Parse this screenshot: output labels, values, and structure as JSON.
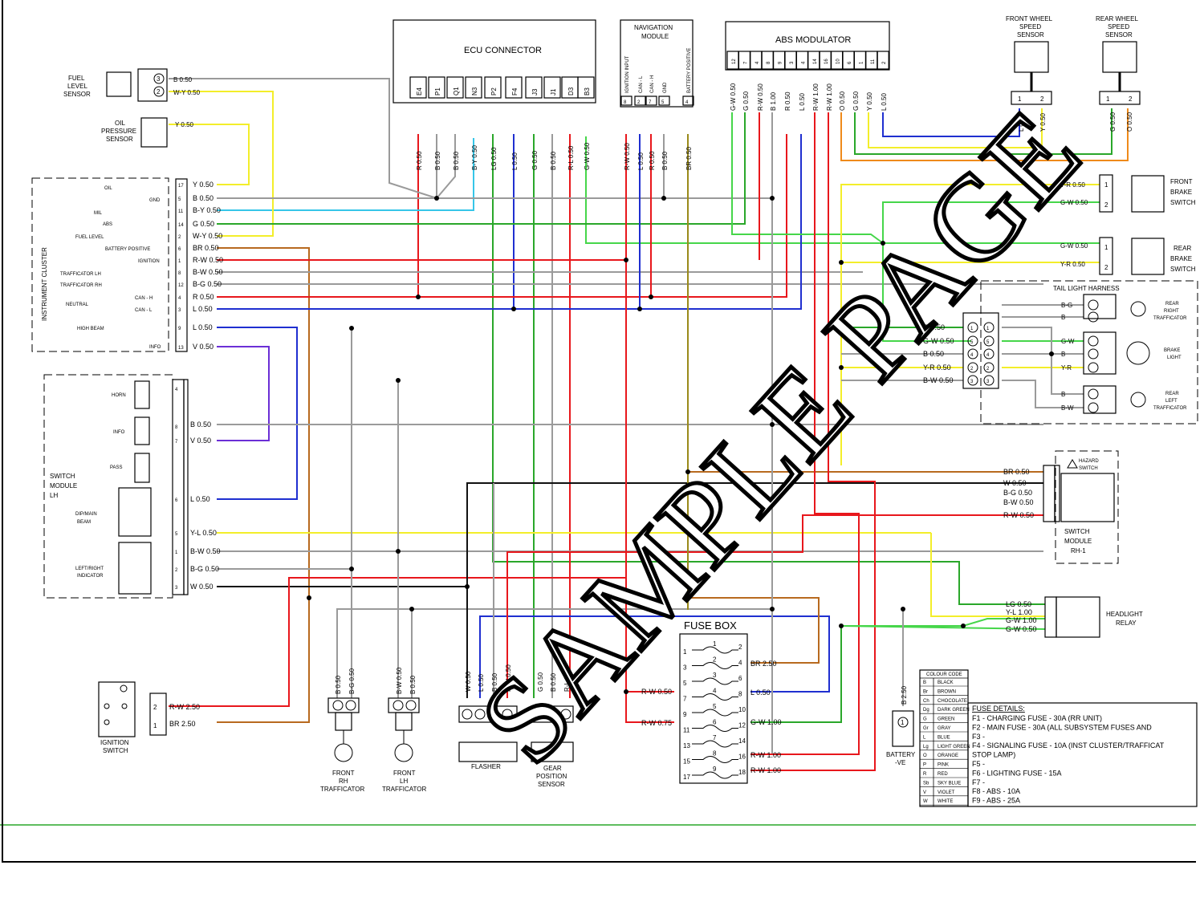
{
  "ecu": {
    "title": "ECU CONNECTOR",
    "pins": [
      "E4",
      "P1",
      "Q1",
      "N3",
      "P2",
      "F4",
      "J3",
      "J1",
      "D3",
      "B3"
    ],
    "wires": [
      "R 0.50",
      "B 0.50",
      "B 0.50",
      "B-Y 0.50",
      "LG 0.50",
      "L 0.50",
      "G 0.50",
      "B 0.50",
      "R-L 0.50",
      "G-W 0.50"
    ]
  },
  "nav": {
    "title_line1": "NAVIGATION",
    "title_line2": "MODULE",
    "pins": [
      "8",
      "2",
      "7",
      "5",
      "4"
    ],
    "pin_labels": [
      "IGNITION INPUT",
      "CAN - L",
      "CAN - H",
      "GND",
      "BATTERY POSITIVE"
    ],
    "wires": [
      "R-W 0.50",
      "L 0.50",
      "R 0.50",
      "B 0.50",
      "BR 0.50"
    ]
  },
  "abs": {
    "title": "ABS MODULATOR",
    "pins": [
      "12",
      "7",
      "4",
      "8",
      "9",
      "3",
      "4",
      "14",
      "16",
      "10",
      "6",
      "1",
      "11",
      "2"
    ],
    "wires": [
      "G-W 0.50",
      "G 0.50",
      "R-W 0.50",
      "B 1.00",
      "R 0.50",
      "L 0.50",
      "R-W 1.00",
      "R-W 1.00",
      "O 0.50",
      "G 0.50",
      "Y 0.50",
      "L 0.50"
    ]
  },
  "front_wheel": {
    "l1": "FRONT WHEEL",
    "l2": "SPEED",
    "l3": "SENSOR",
    "pin_a": "1",
    "pin_b": "2",
    "wire_a": "L 0.50",
    "wire_b": "Y 0.50"
  },
  "rear_wheel": {
    "l1": "REAR WHEEL",
    "l2": "SPEED",
    "l3": "SENSOR",
    "pin_a": "1",
    "pin_b": "2",
    "wire_a": "G 0.50",
    "wire_b": "O 0.50"
  },
  "fuel_sensor": {
    "l1": "FUEL",
    "l2": "LEVEL",
    "l3": "SENSOR",
    "pin_a": "3",
    "pin_b": "2",
    "wire_a": "B 0.50",
    "wire_b": "W-Y 0.50"
  },
  "oil_sensor": {
    "l1": "OIL",
    "l2": "PRESSURE",
    "l3": "SENSOR",
    "wire": "Y 0.50"
  },
  "cluster": {
    "title": "INSTRUMENT CLUSTER",
    "labels": [
      "OIL",
      "GND",
      "MIL",
      "ABS",
      "FUEL LEVEL",
      "BATTERY POSITIVE",
      "IGNITION",
      "TRAFFICATOR LH",
      "TRAFFICATOR RH",
      "NEUTRAL",
      "CAN - H",
      "CAN - L",
      "HIGH BEAM",
      "INFO"
    ],
    "pins": [
      "17",
      "5",
      "11",
      "14",
      "2",
      "6",
      "1",
      "8",
      "12",
      "4",
      "3",
      "9",
      "13"
    ],
    "wires": [
      "Y 0.50",
      "B 0.50",
      "B-Y 0.50",
      "G 0.50",
      "W-Y 0.50",
      "BR 0.50",
      "R-W 0.50",
      "B-W 0.50",
      "B-G 0.50",
      "R 0.50",
      "L 0.50",
      "L 0.50",
      "V 0.50"
    ]
  },
  "switch_lh": {
    "title_l1": "SWITCH",
    "title_l2": "MODULE",
    "title_l3": "LH",
    "labels": [
      "HORN",
      "INFO",
      "PASS",
      "DIP/MAIN",
      "BEAM",
      "LEFT/RIGHT",
      "INDICATOR"
    ],
    "pins": [
      "4",
      "8",
      "7",
      "6",
      "5",
      "1",
      "2",
      "3"
    ],
    "wires": [
      "B 0.50",
      "V 0.50",
      "L 0.50",
      "Y-L 0.50",
      "B-W 0.50",
      "B-G 0.50",
      "W 0.50"
    ]
  },
  "ignition": {
    "l1": "IGNITION",
    "l2": "SWITCH",
    "pin_a": "2",
    "pin_b": "1",
    "wire_a": "R-W 2.50",
    "wire_b": "BR 2.50"
  },
  "front_rh": {
    "l1": "FRONT",
    "l2": "RH",
    "l3": "TRAFFICATOR",
    "wire_a": "B 0.50",
    "wire_b": "B-G 0.50"
  },
  "front_lh": {
    "l1": "FRONT",
    "l2": "LH",
    "l3": "TRAFFICATOR",
    "wire_a": "B-W 0.50",
    "wire_b": "B 0.50"
  },
  "flasher": {
    "label": "FLASHER",
    "wires": [
      "W 0.50",
      "L 0.50",
      "B 0.50",
      "R-W 0.50"
    ]
  },
  "gear": {
    "l1": "GEAR",
    "l2": "POSITION",
    "l3": "SENSOR",
    "wires": [
      "G 0.50",
      "B 0.50",
      "R-L 0.50"
    ]
  },
  "fuse_box": {
    "title": "FUSE BOX",
    "fuses": [
      "1",
      "2",
      "3",
      "4",
      "5",
      "6",
      "7",
      "8",
      "9"
    ],
    "left_pins": [
      "1",
      "3",
      "5",
      "7",
      "9",
      "11",
      "13",
      "15",
      "17"
    ],
    "right_pins": [
      "2",
      "4",
      "6",
      "8",
      "10",
      "12",
      "14",
      "16",
      "18"
    ],
    "wires_left": [
      "R-W 0.50",
      "R-W 0.75"
    ],
    "wires_right": [
      "BR 2.50",
      "L 0.50",
      "G-W 1.00",
      "R-W 1.00",
      "R-W 1.00"
    ]
  },
  "battery": {
    "l1": "BATTERY",
    "l2": "-VE",
    "wire": "B 2.50",
    "pin": "1"
  },
  "front_brake": {
    "l1": "FRONT",
    "l2": "BRAKE",
    "l3": "SWITCH",
    "wire_a": "Y-R 0.50",
    "wire_b": "G-W 0.50",
    "pin_a": "1",
    "pin_b": "2"
  },
  "rear_brake": {
    "l1": "REAR",
    "l2": "BRAKE",
    "l3": "SWITCH",
    "wire_a": "G-W 0.50",
    "wire_b": "Y-R 0.50",
    "pin_a": "1",
    "pin_b": "2"
  },
  "tail": {
    "title": "TAIL LIGHT HARNESS",
    "wires_in": [
      "G 0.50",
      "G-W 0.50",
      "B 0.50",
      "Y-R 0.50",
      "B-W 0.50"
    ],
    "pins": [
      "1",
      "5",
      "4",
      "2",
      "3"
    ],
    "rrt_l1": "REAR",
    "rrt_l2": "RIGHT",
    "rrt_l3": "TRAFFICATOR",
    "brake_l1": "BRAKE",
    "brake_l2": "LIGHT",
    "rlt_l1": "REAR",
    "rlt_l2": "LEFT",
    "rlt_l3": "TRAFFICATOR",
    "out_wires": [
      "B-G",
      "B",
      "G-W",
      "B",
      "Y-R",
      "B",
      "B-W"
    ]
  },
  "switch_rh": {
    "l1": "SWITCH",
    "l2": "MODULE",
    "l3": "RH-1",
    "hazard_l1": "HAZARD",
    "hazard_l2": "SWITCH",
    "wires": [
      "BR 0.50",
      "W 0.50",
      "B-G 0.50",
      "B-W 0.50",
      "R-W 0.50"
    ]
  },
  "headlight": {
    "l1": "HEADLIGHT",
    "l2": "RELAY",
    "wires": [
      "LG 0.50",
      "Y-L 1.00",
      "G-W 1.00",
      "G-W 0.50"
    ]
  },
  "colour_code": {
    "title": "COLOUR CODE",
    "rows": [
      [
        "B",
        "BLACK"
      ],
      [
        "Br",
        "BROWN"
      ],
      [
        "Ch",
        "CHOCOLATE"
      ],
      [
        "Dg",
        "DARK GREEN"
      ],
      [
        "G",
        "GREEN"
      ],
      [
        "Gr",
        "GRAY"
      ],
      [
        "L",
        "BLUE"
      ],
      [
        "Lg",
        "LIGHT GREEN"
      ],
      [
        "O",
        "ORANGE"
      ],
      [
        "P",
        "PINK"
      ],
      [
        "R",
        "RED"
      ],
      [
        "Sb",
        "SKY BLUE"
      ],
      [
        "V",
        "VIOLET"
      ],
      [
        "W",
        "WHITE"
      ]
    ]
  },
  "fuse_details": {
    "title": "FUSE DETAILS:",
    "lines": [
      "F1 - CHARGING FUSE - 30A (RR UNIT)",
      "F2 - MAIN FUSE - 30A (ALL SUBSYSTEM FUSES AND",
      "F3 -",
      "F4 - SIGNALING FUSE - 10A (INST CLUSTER/TRAFFICAT",
      "STOP LAMP)",
      "F5 -",
      "F6 - LIGHTING FUSE - 15A",
      "F7 -",
      "F8 - ABS - 10A",
      "F9 - ABS - 25A"
    ]
  },
  "watermark": "SAMPLE PAGE",
  "colors": {
    "red": "#e8171c",
    "black": "#111111",
    "blue": "#1f2fd0",
    "green": "#2aa72a",
    "lightgreen": "#46d64a",
    "yellow": "#f3ee2a",
    "brown": "#b86a1f",
    "gray": "#9a9a9a",
    "cyan": "#36c6e8",
    "violet": "#6b2fd6",
    "orange": "#ef8a1a",
    "olive": "#9a8a1a"
  }
}
